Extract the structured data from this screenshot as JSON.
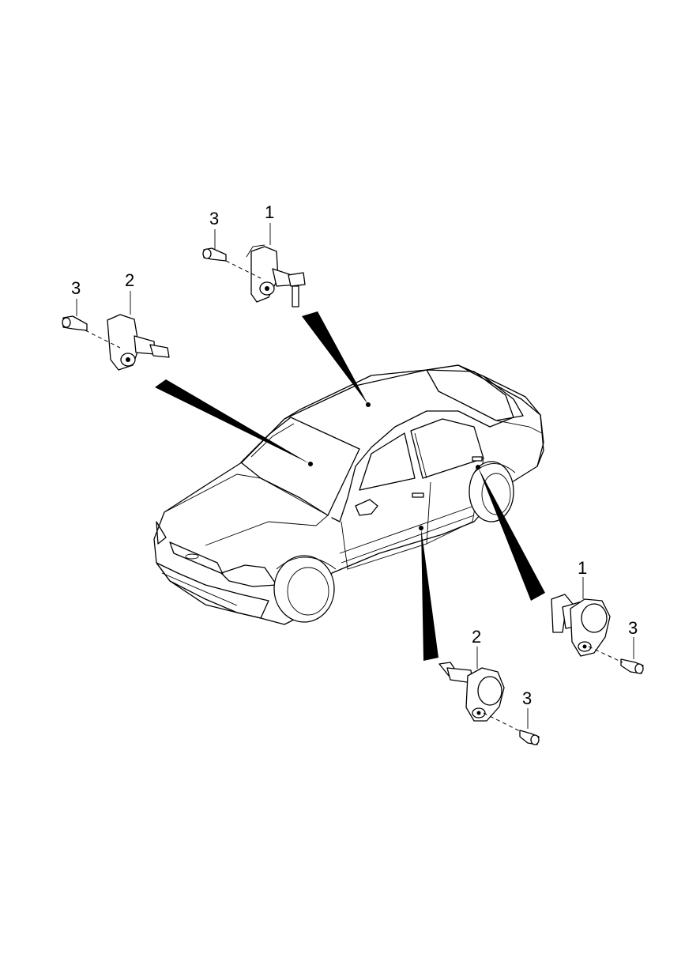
{
  "callouts": {
    "a1": "1",
    "a3": "3",
    "b2": "2",
    "b3": "3",
    "c1": "1",
    "c3": "3",
    "d2": "2",
    "d3": "3"
  },
  "colors": {
    "line": "#000000",
    "background": "#ffffff"
  }
}
